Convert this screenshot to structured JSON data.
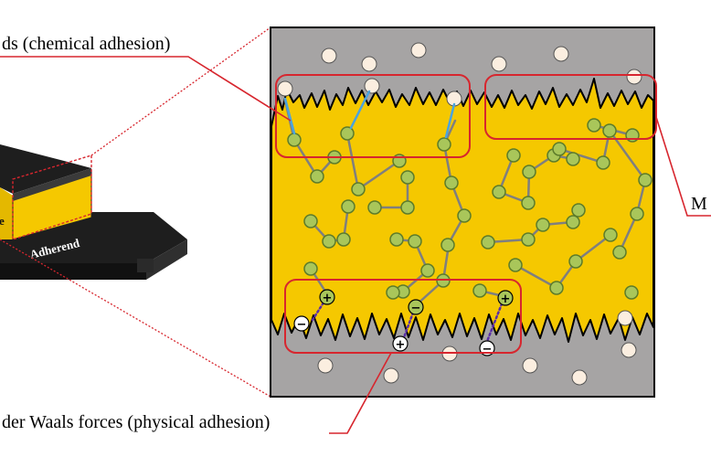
{
  "labels": {
    "chemical": "ds (chemical adhesion)",
    "physical": "der Waals forces (physical adhesion)",
    "mechanical": "M",
    "adherend": "Adherend",
    "adhesive": "e"
  },
  "colors": {
    "adhesive_fill": "#f5c800",
    "adherend_fill": "#a6a4a4",
    "bubble_fill": "#fbeee0",
    "node_fill": "#a9c65a",
    "node_stroke": "#5c7b2a",
    "chain_stroke": "#7f7f7f",
    "highlight_stroke": "#d7262e",
    "bond_line": "#4aa3df",
    "vdw_dots": "#5a2ea6",
    "adherend_dark": "#1e1e1e"
  },
  "charges": {
    "plus": "+",
    "minus": "−"
  }
}
